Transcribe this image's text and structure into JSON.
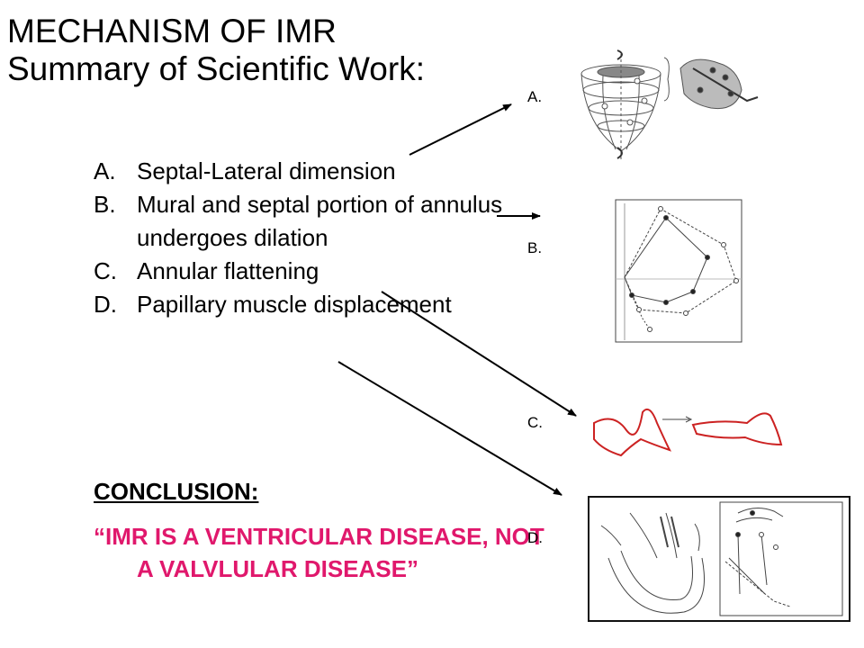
{
  "title": {
    "line1": "MECHANISM OF IMR",
    "line2": "Summary of Scientific Work:"
  },
  "items": [
    {
      "marker": "A.",
      "text": "Septal-Lateral dimension"
    },
    {
      "marker": "B.",
      "text": "Mural and septal portion of annulus undergoes dilation"
    },
    {
      "marker": "C.",
      "text": "Annular flattening"
    },
    {
      "marker": "D.",
      "text": "Papillary muscle displacement"
    }
  ],
  "conclusion": {
    "label": "CONCLUSION:",
    "quote": "“IMR IS A VENTRICULAR DISEASE, NOT A VALVLULAR DISEASE”"
  },
  "figures": {
    "a_label": "A.",
    "b_label": "B.",
    "c_label": "C.",
    "d_label": "D."
  },
  "colors": {
    "text": "#000000",
    "accent": "#e0186c",
    "figure_line": "#cc2222"
  }
}
